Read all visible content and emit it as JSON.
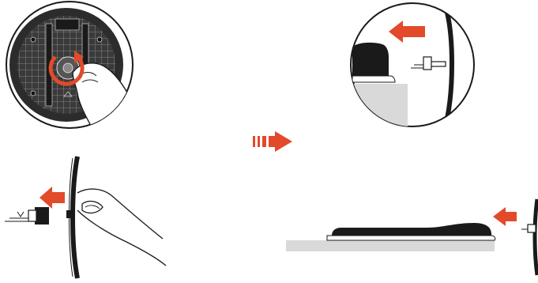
{
  "figure": {
    "colors": {
      "accent": "#e24a2a",
      "ink": "#1a1a1a",
      "line": "#222222",
      "table": "#d9d9d9",
      "base_grey": "#3a3a3a",
      "background": "#ffffff"
    },
    "panels": [
      {
        "id": "unscrew-base-closeup",
        "icon": "circular-rotate-arrow-icon"
      },
      {
        "id": "pull-base-off-closeup",
        "icon": "left-arrow-icon"
      },
      {
        "id": "detach-stand-side-view",
        "icon": "left-arrow-icon"
      },
      {
        "id": "stand-removed-flat",
        "icon": "left-arrow-icon"
      }
    ],
    "step_arrow_icon": "dashed-right-arrow-icon"
  }
}
